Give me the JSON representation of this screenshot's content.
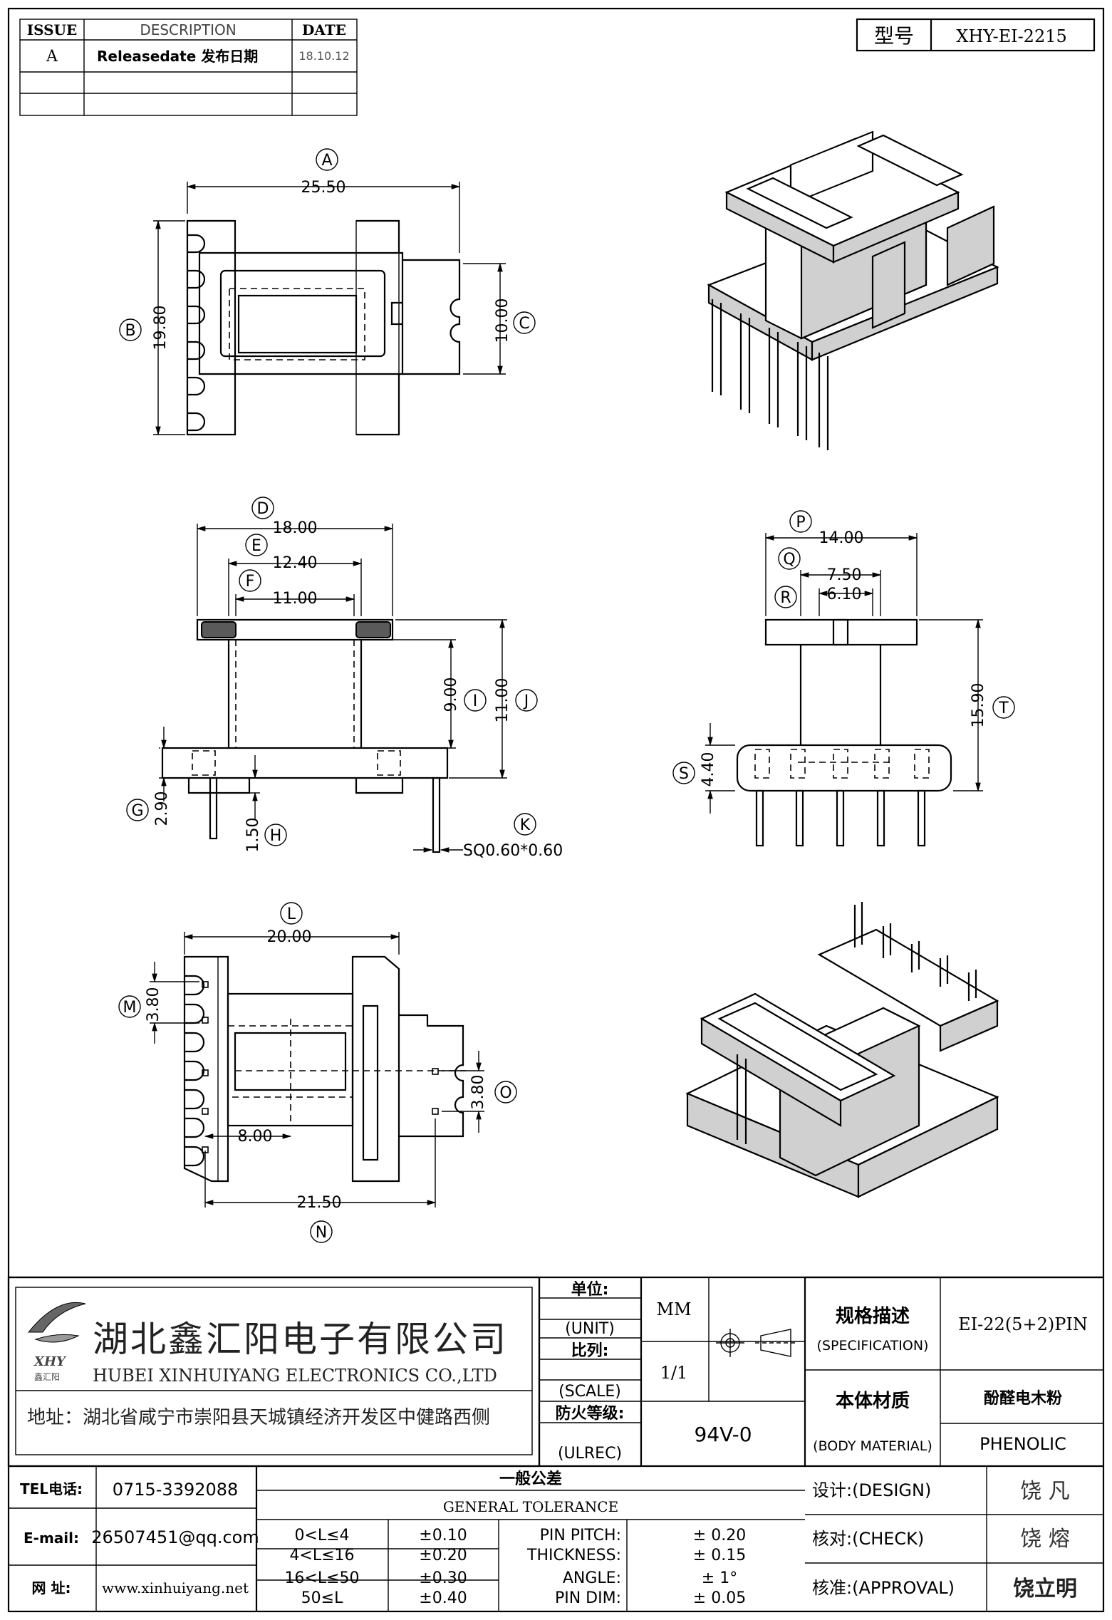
{
  "revision_table": {
    "headers": {
      "issue": "ISSUE",
      "description": "DESCRIPTION",
      "date": "DATE"
    },
    "rows": [
      {
        "issue": "A",
        "description": "Releasedate 发布日期",
        "date": "18.10.12"
      }
    ]
  },
  "model": {
    "label": "型号",
    "value": "XHY-EI-2215"
  },
  "top_view": {
    "A": {
      "letter": "A",
      "value": "25.50"
    },
    "B": {
      "letter": "B",
      "value": "19.80"
    },
    "C": {
      "letter": "C",
      "value": "10.00"
    }
  },
  "front_view": {
    "D": {
      "letter": "D",
      "value": "18.00"
    },
    "E": {
      "letter": "E",
      "value": "12.40"
    },
    "F": {
      "letter": "F",
      "value": "11.00"
    },
    "I": {
      "letter": "I",
      "value": "9.00"
    },
    "J": {
      "letter": "J",
      "value": "11.00"
    },
    "G": {
      "letter": "G",
      "value": "2.90"
    },
    "H": {
      "letter": "H",
      "value": "1.50"
    },
    "K": {
      "letter": "K",
      "value": "SQ0.60*0.60"
    }
  },
  "side_view": {
    "P": {
      "letter": "P",
      "value": "14.00"
    },
    "Q": {
      "letter": "Q",
      "value": "7.50"
    },
    "R": {
      "letter": "R",
      "value": "6.10"
    },
    "T": {
      "letter": "T",
      "value": "15.90"
    },
    "S": {
      "letter": "S",
      "value": "4.40"
    }
  },
  "bottom_view": {
    "L": {
      "letter": "L",
      "value": "20.00"
    },
    "M": {
      "letter": "M",
      "value": "3.80"
    },
    "O": {
      "letter": "O",
      "value": "3.80"
    },
    "N": {
      "letter": "N",
      "value": "21.50"
    },
    "eight": "8.00"
  },
  "company": {
    "name_cn": "湖北鑫汇阳电子有限公司",
    "name_en": "HUBEI XINHUIYANG ELECTRONICS CO.,LTD",
    "address": "地址：湖北省咸宁市崇阳县天城镇经济开发区中健路西侧",
    "logo_text": "XHY",
    "logo_sub": "鑫汇阳"
  },
  "title_block": {
    "unit_label": "单位:",
    "unit_label_en": "(UNIT)",
    "unit_value": "MM",
    "scale_label": "比列:",
    "scale_label_en": "(SCALE)",
    "scale_value": "1/1",
    "ul_label": "防火等级:",
    "ul_label_en": "(ULREC)",
    "ul_value": "94V-0",
    "spec_label": "规格描述",
    "spec_label_en": "(SPECIFICATION)",
    "spec_value": "EI-22(5+2)PIN",
    "material_label": "本体材质",
    "material_label_en": "(BODY MATERIAL)",
    "material_value_cn": "酚醛电木粉",
    "material_value_en": "PHENOLIC"
  },
  "contact": {
    "tel_label": "TEL电话:",
    "tel_value": "0715-3392088",
    "email_label": "E-mail:",
    "email_value": "26507451@qq.com",
    "web_label": "网  址:",
    "web_value": "www.xinhuiyang.net"
  },
  "tolerance": {
    "title_cn": "一般公差",
    "title_en": "GENERAL TOLERANCE",
    "ranges": [
      {
        "range": "0<L≤4",
        "tol": "±0.10"
      },
      {
        "range": "4<L≤16",
        "tol": "±0.20"
      },
      {
        "range": "16<L≤50",
        "tol": "±0.30"
      },
      {
        "range": "50≤L",
        "tol": "±0.40"
      }
    ],
    "others": [
      {
        "label": "PIN PITCH:",
        "value": "± 0.20"
      },
      {
        "label": "THICKNESS:",
        "value": "± 0.15"
      },
      {
        "label": "ANGLE:",
        "value": "± 1°"
      },
      {
        "label": "PIN DIM:",
        "value": "± 0.05"
      }
    ]
  },
  "signoff": {
    "design_label": "设计:(DESIGN)",
    "design_name": "饶  凡",
    "check_label": "核对:(CHECK)",
    "check_name": "饶  熔",
    "approval_label": "核准:(APPROVAL)",
    "approval_name": "饶立明"
  }
}
